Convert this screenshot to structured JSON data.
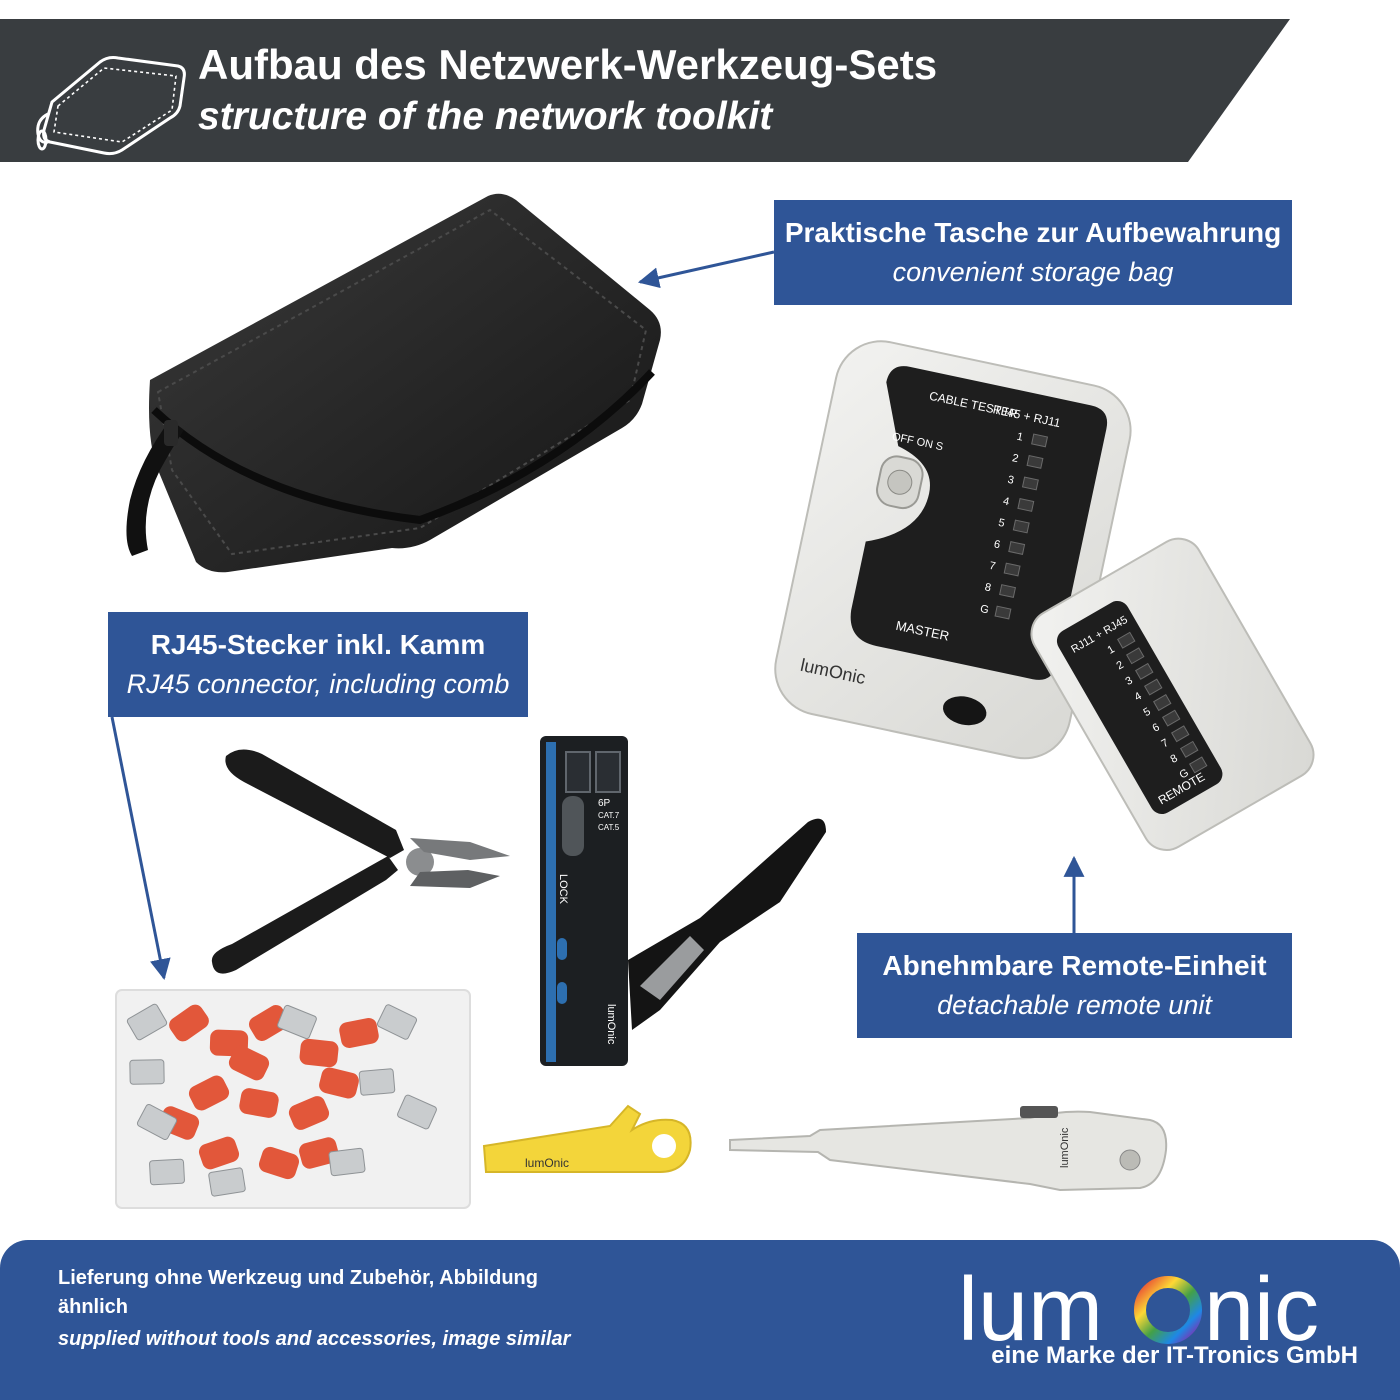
{
  "header": {
    "title": "Aufbau des Netzwerk-Werkzeug-Sets",
    "subtitle": "structure of the network toolkit"
  },
  "labels": {
    "bag": {
      "de": "Praktische Tasche zur Aufbewahrung",
      "en": "convenient storage bag"
    },
    "rj45": {
      "de": "RJ45-Stecker inkl. Kamm",
      "en": "RJ45 connector, including comb"
    },
    "remote": {
      "de": "Abnehmbare Remote-Einheit",
      "en": "detachable remote unit"
    }
  },
  "tester": {
    "cable_tester": "CABLE TESTER",
    "ports_master": "RJ45 + RJ11",
    "switch": "OFF ON S",
    "master": "MASTER",
    "brand": "lumOnic",
    "pins": [
      "1",
      "2",
      "3",
      "4",
      "5",
      "6",
      "7",
      "8",
      "G"
    ],
    "ports_remote": "RJ11 + RJ45",
    "remote": "REMOTE"
  },
  "crimper": {
    "plug": "6P",
    "cat7": "CAT.7",
    "cat5": "CAT.5",
    "lock": "LOCK",
    "brand": "lumOnic"
  },
  "stripper": {
    "brand": "lumOnic"
  },
  "punchdown": {
    "brand": "lumOnic"
  },
  "footer": {
    "note_de": "Lieferung ohne Werkzeug und Zubehör, Abbildung ähnlich",
    "note_en": "supplied without tools and accessories, image similar",
    "logo_before": "lum",
    "logo_after": "nic",
    "tagline": "eine Marke der IT-Tronics GmbH"
  },
  "colors": {
    "header_bg": "#393d40",
    "label_bg": "#2f5597",
    "footer_bg": "#2f5597",
    "boot_orange": "#e2573a",
    "stripper_yellow": "#f3d53a",
    "crimper_blue": "#2d6fb0"
  }
}
